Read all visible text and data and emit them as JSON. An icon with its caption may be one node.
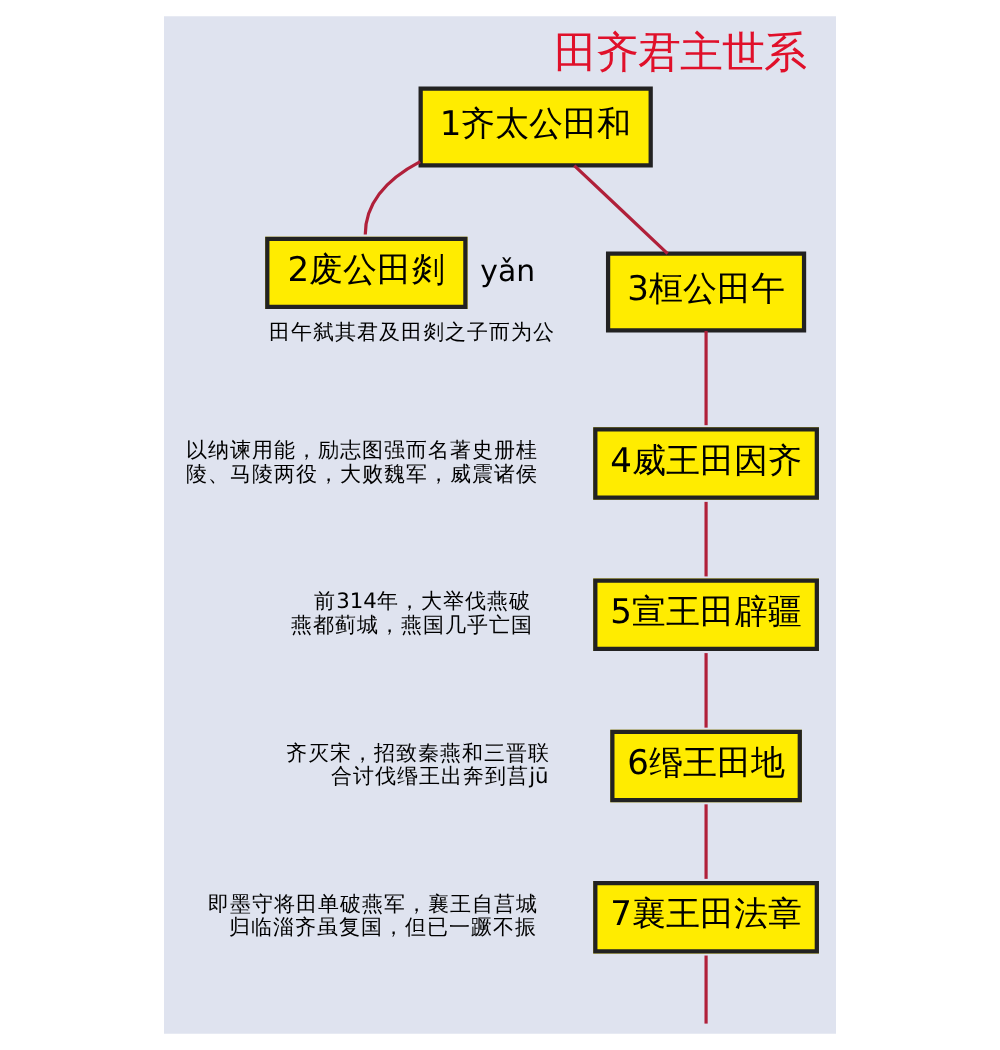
{
  "diagram": {
    "title": "田齐君主世系",
    "nodes": [
      {
        "text": [
          "1齐太公田和"
        ]
      },
      {
        "text": [
          "2废公田剡"
        ],
        "beside": [
          "yǎn",
          "田午弑其君及田剡之子而为公"
        ]
      },
      {
        "text": [
          "3桓公田午"
        ]
      },
      {
        "text": [
          "4威王田因齐"
        ],
        "beside": [
          "以纳谏用能，励志图强而名著史册桂陵、马陵两役，大败魏军，威震诸侯"
        ]
      },
      {
        "text": [
          "5宣王田辟疆"
        ],
        "beside": [
          "前314年，大举伐燕破燕都蓟城，燕国几乎亡国"
        ]
      },
      {
        "text": [
          "6缗王田地"
        ],
        "beside": [
          "齐灭宋，招致秦燕和三晋联合讨伐缗王出奔到莒jū"
        ]
      },
      {
        "text": [
          "7襄王田法章"
        ],
        "beside": [
          "即墨守将田单破燕军，襄王自莒城归临淄齐虽复国，但已一蹶不振"
        ]
      }
    ],
    "edges": [
      {
        "from": 0,
        "to": 1,
        "arrow": "none"
      },
      {
        "from": 0,
        "to": 2,
        "arrow": "none"
      },
      {
        "from": 2,
        "to": 3,
        "arrow": "none"
      },
      {
        "from": 3,
        "to": 4,
        "arrow": "none"
      },
      {
        "from": 4,
        "to": 5,
        "arrow": "none"
      },
      {
        "from": 5,
        "to": 6,
        "arrow": "none"
      },
      {
        "from": 6,
        "to": null,
        "arrow": "none"
      }
    ]
  }
}
